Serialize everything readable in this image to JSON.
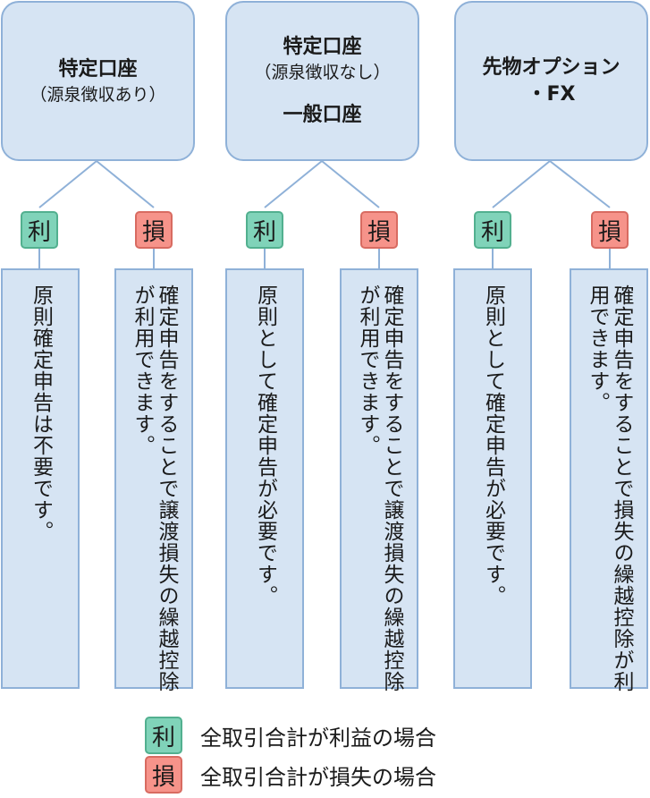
{
  "headers": [
    {
      "title": "特定口座",
      "sub": "（源泉徴収あり）"
    },
    {
      "title": "特定口座",
      "sub": "（源泉徴収なし）",
      "title2": "一般口座"
    },
    {
      "title": "先物オプション",
      "title_line2": "・FX"
    }
  ],
  "badges": {
    "profit": "利",
    "loss": "損"
  },
  "columns": [
    "原則確定申告は不要です。",
    "確定申告をすることで譲渡損失の繰越控除が利用できます。",
    "原則として確定申告が必要です。",
    "確定申告をすることで譲渡損失の繰越控除が利用できます。",
    "原則として確定申告が必要です。",
    "確定申告をすることで損失の繰越控除が利用できます。"
  ],
  "legend": {
    "profit_text": "全取引合計が利益の場合",
    "loss_text": "全取引合計が損失の場合"
  },
  "colors": {
    "box_fill": "#d6e4f3",
    "box_border": "#8fb1d8",
    "profit": "#80d3b9",
    "loss": "#f6938a"
  }
}
